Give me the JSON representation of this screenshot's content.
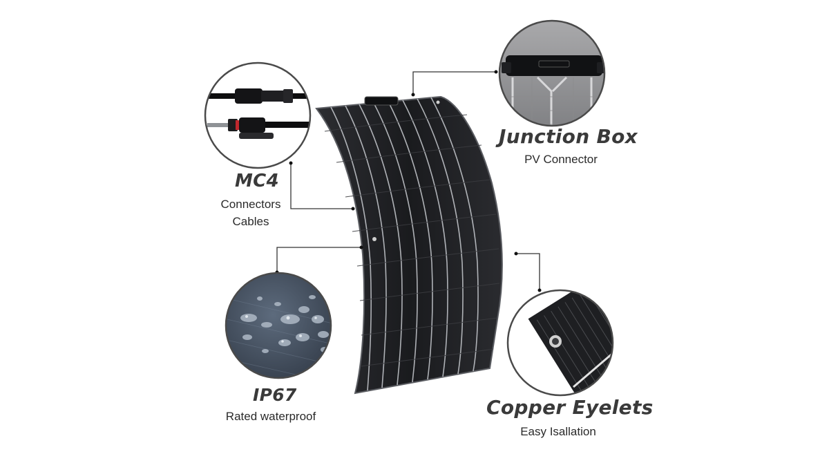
{
  "callouts": {
    "mc4": {
      "title": "MC4",
      "line1": "Connectors",
      "line2": "Cables",
      "icon": "mc4-connector-photo"
    },
    "junction_box": {
      "title": "Junction Box",
      "subtitle": "PV Connector",
      "icon": "junction-box-photo"
    },
    "ip67": {
      "title": "IP67",
      "subtitle": "Rated waterproof",
      "icon": "water-droplets-photo"
    },
    "copper_eyelets": {
      "title": "Copper Eyelets",
      "subtitle": "Easy Isallation",
      "icon": "eyelet-corner-photo"
    }
  },
  "colors": {
    "panel": "#1c1d20",
    "panel_edge": "#5a5c61",
    "cell_line": "#c9ccd1",
    "text_title": "#3a3a3a",
    "leader_line": "#333333"
  }
}
